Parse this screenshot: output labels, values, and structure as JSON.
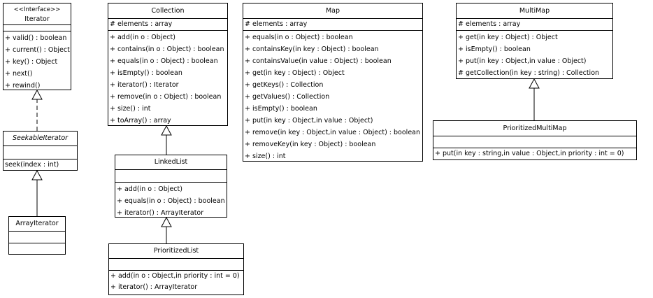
{
  "classes": {
    "iterator": {
      "stereotype": "<<Interface>>",
      "name": "Iterator",
      "attributes": [],
      "operations": [
        "+ valid() : boolean",
        "+ current() : Object",
        "+ key() : Object",
        "+ next()",
        "+ rewind()"
      ]
    },
    "seekable_iterator": {
      "name": "SeekableIterator",
      "attributes": [],
      "operations": [
        "seek(index : int)"
      ]
    },
    "array_iterator": {
      "name": "ArrayIterator",
      "attributes": [],
      "operations": []
    },
    "collection": {
      "name": "Collection",
      "attributes": [
        "# elements : array"
      ],
      "operations": [
        "+ add(in o : Object)",
        "+ contains(in o : Object) : boolean",
        "+ equals(in o : Object) : boolean",
        "+ isEmpty() : boolean",
        "+ iterator() : Iterator",
        "+ remove(in o : Object) : boolean",
        "+ size() : int",
        "+ toArray() : array"
      ]
    },
    "linked_list": {
      "name": "LinkedList",
      "attributes": [],
      "operations": [
        "+ add(in o : Object)",
        "+ equals(in o : Object) : boolean",
        "+ iterator() : ArrayIterator"
      ]
    },
    "prioritized_list": {
      "name": "PrioritizedList",
      "attributes": [],
      "operations": [
        "+ add(in o : Object,in priority : int = 0)",
        "+ iterator() : ArrayIterator"
      ]
    },
    "map": {
      "name": "Map",
      "attributes": [
        "# elements : array"
      ],
      "operations": [
        "+ equals(in o : Object) : boolean",
        "+ containsKey(in key : Object) : boolean",
        "+ containsValue(in value : Object) : boolean",
        "+ get(in key : Object) : Object",
        "+ getKeys() : Collection",
        "+ getValues() : Collection",
        "+ isEmpty() : boolean",
        "+ put(in key : Object,in value : Object)",
        "+ remove(in key : Object,in value : Object) : boolean",
        "+ removeKey(in key : Object) : boolean",
        "+ size() : int"
      ]
    },
    "multi_map": {
      "name": "MultiMap",
      "attributes": [
        "# elements : array"
      ],
      "operations": [
        "+ get(in key : Object) : Object",
        "+ isEmpty() : boolean",
        "+ put(in key : Object,in value : Object)",
        "# getCollection(in key : string) : Collection"
      ]
    },
    "prioritized_multi_map": {
      "name": "PrioritizedMultiMap",
      "attributes": [],
      "operations": [
        "+ put(in key : string,in value : Object,in priority : int = 0)"
      ]
    }
  },
  "relations": [
    {
      "from": "SeekableIterator",
      "to": "Iterator",
      "kind": "realization"
    },
    {
      "from": "ArrayIterator",
      "to": "SeekableIterator",
      "kind": "generalization"
    },
    {
      "from": "LinkedList",
      "to": "Collection",
      "kind": "generalization"
    },
    {
      "from": "PrioritizedList",
      "to": "LinkedList",
      "kind": "generalization"
    },
    {
      "from": "PrioritizedMultiMap",
      "to": "MultiMap",
      "kind": "generalization"
    }
  ]
}
